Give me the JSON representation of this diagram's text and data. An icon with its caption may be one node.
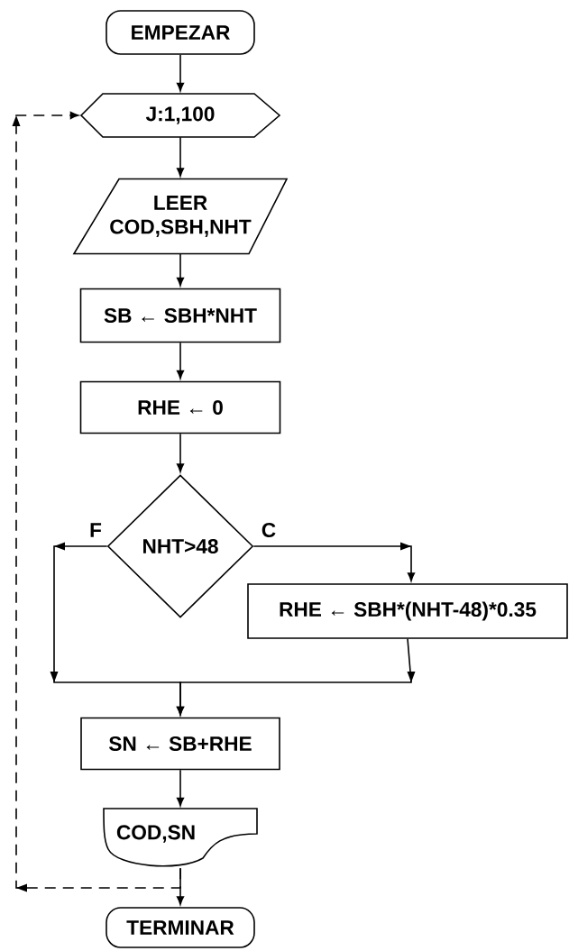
{
  "diagram": {
    "nodes": [
      {
        "text": [
          "EMPEZAR"
        ]
      },
      {
        "text": [
          "J:1,100"
        ]
      },
      {
        "text": [
          "LEER COD,SBH,NHT"
        ]
      },
      {
        "text": [
          "SB ← SBH*NHT"
        ]
      },
      {
        "text": [
          "RHE ← 0"
        ]
      },
      {
        "text": [
          "NHT>48"
        ]
      },
      {
        "text": [
          "RHE ← SBH*(NHT-48)*0.35"
        ]
      },
      {
        "text": [
          "SN ← SB+RHE"
        ]
      },
      {
        "text": [
          "COD,SN"
        ]
      },
      {
        "text": [
          "TERMINAR"
        ]
      }
    ],
    "edges": [
      {
        "from": 0,
        "to": 1,
        "arrow": "to"
      },
      {
        "from": 1,
        "to": 2,
        "arrow": "to"
      },
      {
        "from": 2,
        "to": 3,
        "arrow": "to"
      },
      {
        "from": 3,
        "to": 4,
        "arrow": "to"
      },
      {
        "from": 4,
        "to": 5,
        "arrow": "to"
      },
      {
        "from": 5,
        "to": 6,
        "arrow": "to",
        "label": "C"
      },
      {
        "from": 5,
        "to": 7,
        "arrow": "to",
        "label": "F"
      },
      {
        "from": 6,
        "to": 7,
        "arrow": "to"
      },
      {
        "from": 7,
        "to": 8,
        "arrow": "to"
      },
      {
        "from": 8,
        "to": 9,
        "arrow": "to"
      },
      {
        "from": 8,
        "to": 1,
        "arrow": "to",
        "style": "dashed"
      }
    ]
  }
}
